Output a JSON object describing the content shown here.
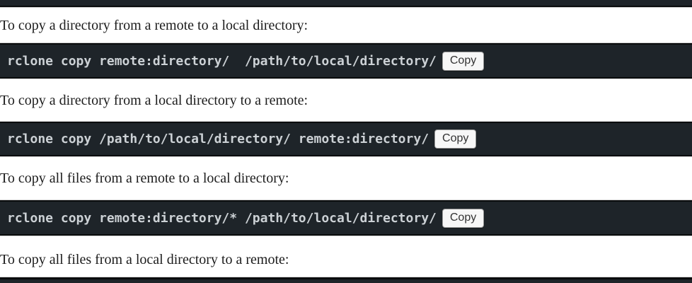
{
  "colors": {
    "code_background": "#1e2429",
    "code_border": "#0a0c0d",
    "code_text": "#ccd1d5",
    "page_background": "#ffffff",
    "paragraph_text": "#1c1c1c",
    "button_background": "#f7f7f7",
    "button_text": "#333333"
  },
  "sections": [
    {
      "paragraph": "To copy a directory from a remote to a local directory:",
      "code": "rclone copy remote:directory/  /path/to/local/directory/",
      "copy_label": "Copy"
    },
    {
      "paragraph": "To copy a directory from a local directory to a remote:",
      "code": "rclone copy /path/to/local/directory/ remote:directory/",
      "copy_label": "Copy"
    },
    {
      "paragraph": "To copy all files from a remote to a local directory:",
      "code": "rclone copy remote:directory/* /path/to/local/directory/",
      "copy_label": "Copy"
    },
    {
      "paragraph": "To copy all files from a local directory to a remote:"
    }
  ]
}
